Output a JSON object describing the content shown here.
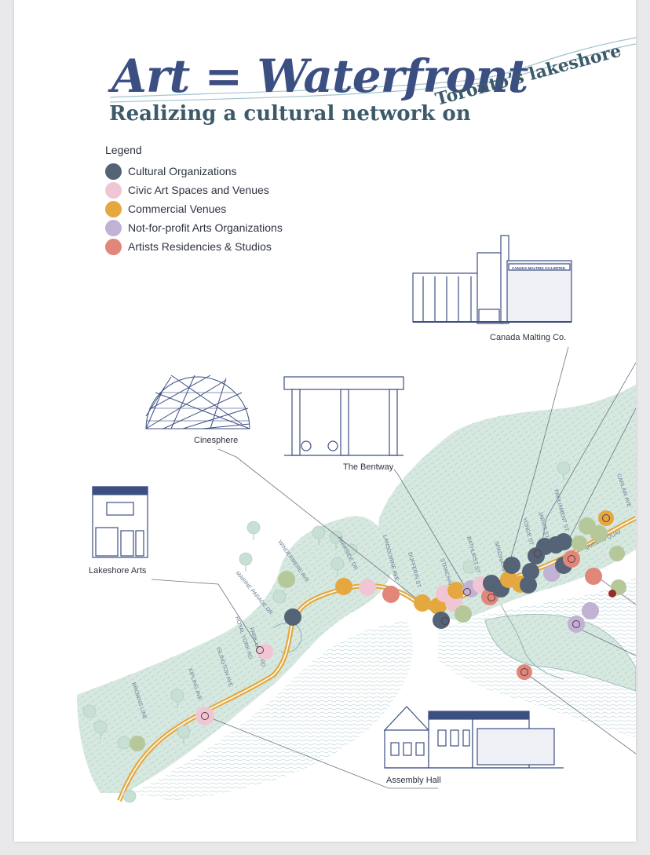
{
  "title": "Art = Waterfront",
  "subtitle_part1": "Realizing a cultural network on",
  "subtitle_part2": "Toronto’s lakeshore",
  "legend": {
    "title": "Legend",
    "items": [
      {
        "label": "Cultural Organizations",
        "color": "#546375"
      },
      {
        "label": "Civic Art Spaces and Venues",
        "color": "#f1c6d4"
      },
      {
        "label": "Commercial Venues",
        "color": "#e4a83e"
      },
      {
        "label": "Not-for-profit Arts Organizations",
        "color": "#c1b1d3"
      },
      {
        "label": "Artists Residencies & Studios",
        "color": "#e0877a"
      }
    ]
  },
  "landmarks": {
    "canada_malting": "Canada Malting Co.",
    "cinesphere": "Cinesphere",
    "bentway": "The Bentway",
    "lakeshore_arts": "Lakeshore Arts",
    "assembly_hall": "Assembly Hall",
    "malting_sign": "CANADA MALTING CO.LIMITED"
  },
  "streets": [
    "BROWNS LINE",
    "KIPLING AVE",
    "ISLINGTON AVE",
    "ROYAL YORK RD",
    "MARINE PARADE DR",
    "WINDERMERE AVE",
    "PARKSIDE DR",
    "LANSDOWNE AVE",
    "DUFFERIN ST",
    "STRACHAN AVE",
    "BATHURST ST",
    "SPADINA AVE",
    "YONGE ST",
    "JARVIS ST",
    "PARLIAMENT ST",
    "QUEENS QUAY",
    "CARLAW AVE",
    "PARK LAWN RD"
  ],
  "colors": {
    "land": "#d6e8df",
    "water_lines": "#9fbfc4",
    "trail": "#e4a83e",
    "navy": "#3c4f82",
    "tree": "#c8dfd4"
  }
}
